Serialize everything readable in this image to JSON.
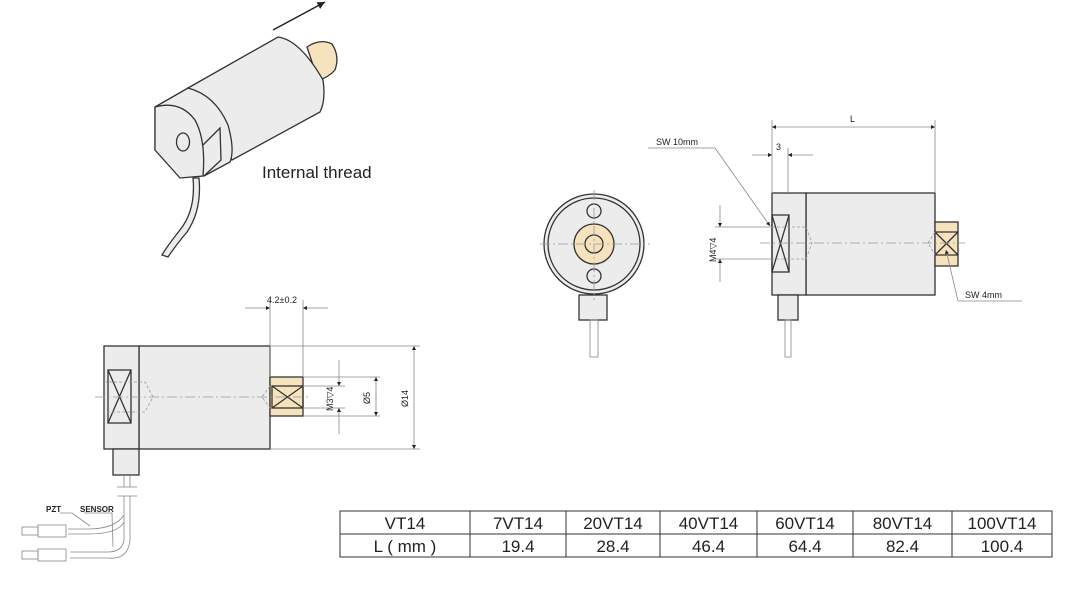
{
  "iso_view": {
    "caption": "Internal thread"
  },
  "side_view_left": {
    "dim_length": "4.2±0.2",
    "dim_thread": "M3▽4",
    "dim_shaft": "Ø5",
    "dim_body": "Ø14",
    "cable_labels": [
      "PZT",
      "SENSOR"
    ]
  },
  "side_view_right": {
    "dim_L": "L",
    "dim_3": "3",
    "dim_thread": "M4▽4",
    "wrench_front": "SW 10mm",
    "wrench_rear": "SW 4mm"
  },
  "table": {
    "rows": [
      [
        "VT14",
        "7VT14",
        "20VT14",
        "40VT14",
        "60VT14",
        "80VT14",
        "100VT14"
      ],
      [
        "L ( mm )",
        "19.4",
        "28.4",
        "46.4",
        "64.4",
        "82.4",
        "100.4"
      ]
    ]
  },
  "colors": {
    "body": "#ececec",
    "brass": "#f6e2bd",
    "line": "#333333"
  }
}
